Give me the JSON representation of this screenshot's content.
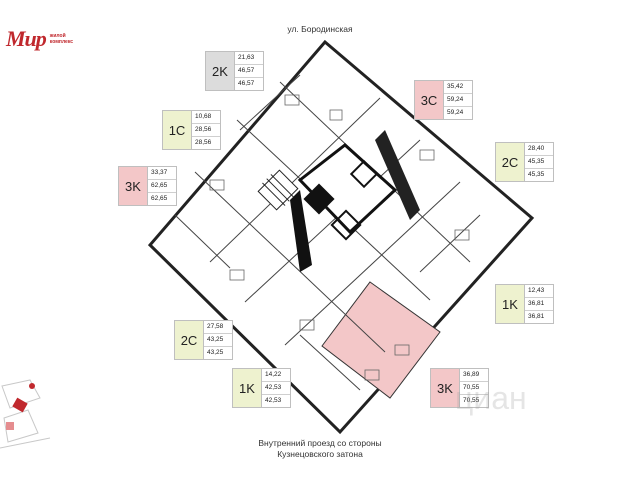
{
  "brand": {
    "mark": "Мир",
    "sub1": "жилой",
    "sub2": "комплекс"
  },
  "street_top": "ул. Бородинская",
  "street_bottom_line1": "Внутренний проезд со стороны",
  "street_bottom_line2": "Кузнецовского затона",
  "watermark": "циан",
  "colors": {
    "highlight": "#f3c7c8",
    "studio": "#eef2cf",
    "two_room": "#dcdcdc"
  },
  "apartments": [
    {
      "id": "2k-top",
      "type": "2K",
      "living": "21,63",
      "total": "46,57",
      "price_area": "46,57"
    },
    {
      "id": "3c",
      "type": "3C",
      "living": "35,42",
      "total": "59,24",
      "price_area": "59,24"
    },
    {
      "id": "1c",
      "type": "1C",
      "living": "10,68",
      "total": "28,56",
      "price_area": "28,56"
    },
    {
      "id": "2c-right",
      "type": "2C",
      "living": "28,40",
      "total": "45,35",
      "price_area": "45,35"
    },
    {
      "id": "3k-left",
      "type": "3K",
      "living": "33,37",
      "total": "62,65",
      "price_area": "62,65"
    },
    {
      "id": "1k-right",
      "type": "1K",
      "living": "12,43",
      "total": "36,81",
      "price_area": "36,81"
    },
    {
      "id": "2c-left",
      "type": "2C",
      "living": "27,58",
      "total": "43,25",
      "price_area": "43,25"
    },
    {
      "id": "1k-bottom",
      "type": "1K",
      "living": "14,22",
      "total": "42,53",
      "price_area": "42,53"
    },
    {
      "id": "3k-bottom",
      "type": "3K",
      "living": "36,89",
      "total": "70,55",
      "price_area": "70,55"
    }
  ]
}
